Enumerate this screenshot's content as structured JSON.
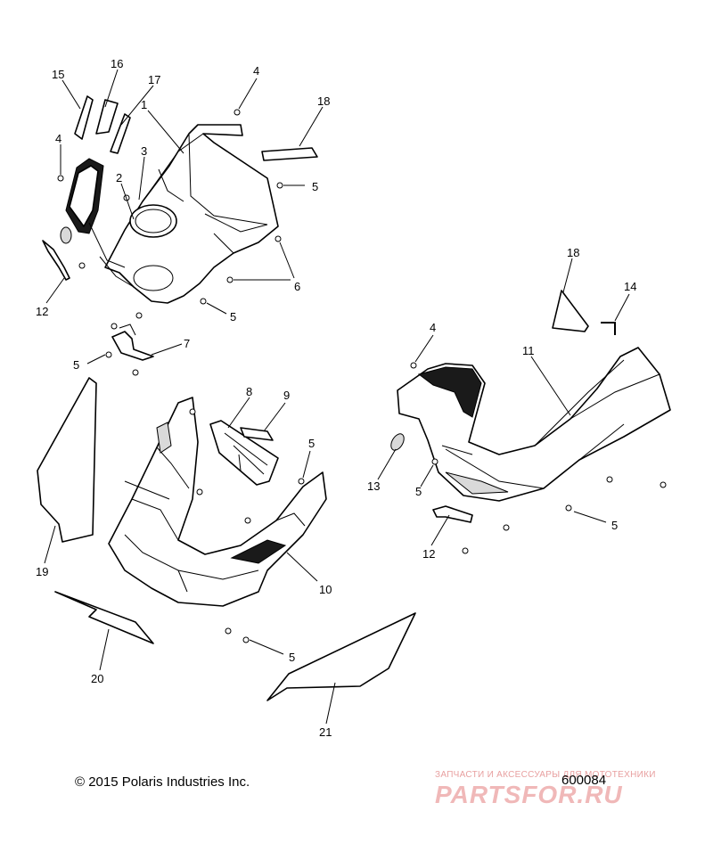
{
  "diagram": {
    "figure_number": "600084",
    "copyright": "© 2015 Polaris Industries Inc.",
    "watermark": {
      "tagline": "ЗАПЧАСТИ И АКСЕССУАРЫ ДЛЯ МОТОТЕХНИКИ",
      "logo_text": "PARTSFOR.RU"
    },
    "callouts": [
      {
        "id": "c15",
        "label": "15"
      },
      {
        "id": "c16",
        "label": "16"
      },
      {
        "id": "c17",
        "label": "17"
      },
      {
        "id": "c4a",
        "label": "4"
      },
      {
        "id": "c18a",
        "label": "18"
      },
      {
        "id": "c1",
        "label": "1"
      },
      {
        "id": "c3",
        "label": "3"
      },
      {
        "id": "c4b",
        "label": "4"
      },
      {
        "id": "c2",
        "label": "2"
      },
      {
        "id": "c5a",
        "label": "5"
      },
      {
        "id": "c6",
        "label": "6"
      },
      {
        "id": "c12a",
        "label": "12"
      },
      {
        "id": "c5b",
        "label": "5"
      },
      {
        "id": "c7",
        "label": "7"
      },
      {
        "id": "c5c",
        "label": "5"
      },
      {
        "id": "c18b",
        "label": "18"
      },
      {
        "id": "c14",
        "label": "14"
      },
      {
        "id": "c4c",
        "label": "4"
      },
      {
        "id": "c11",
        "label": "11"
      },
      {
        "id": "c8",
        "label": "8"
      },
      {
        "id": "c9",
        "label": "9"
      },
      {
        "id": "c5d",
        "label": "5"
      },
      {
        "id": "c13",
        "label": "13"
      },
      {
        "id": "c5e",
        "label": "5"
      },
      {
        "id": "c5f",
        "label": "5"
      },
      {
        "id": "c12b",
        "label": "12"
      },
      {
        "id": "c19",
        "label": "19"
      },
      {
        "id": "c10",
        "label": "10"
      },
      {
        "id": "c5g",
        "label": "5"
      },
      {
        "id": "c20",
        "label": "20"
      },
      {
        "id": "c21",
        "label": "21"
      }
    ]
  }
}
